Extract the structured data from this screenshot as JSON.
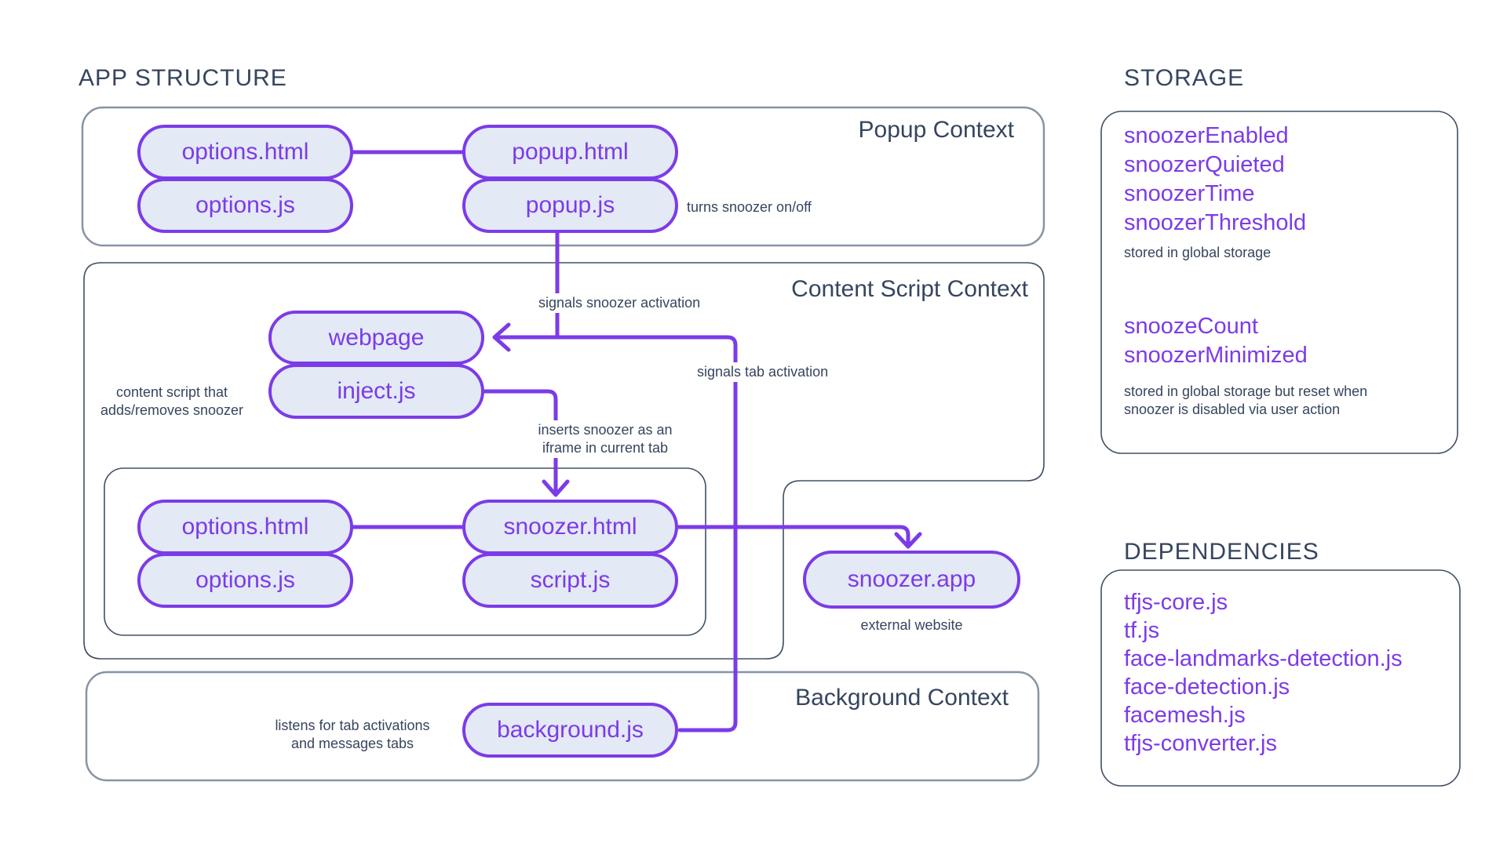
{
  "titles": {
    "app_structure": "APP STRUCTURE",
    "storage": "STORAGE",
    "dependencies": "DEPENDENCIES"
  },
  "contexts": {
    "popup": "Popup Context",
    "content_script": "Content Script Context",
    "background": "Background Context"
  },
  "pills": {
    "popup_options_html": "options.html",
    "popup_options_js": "options.js",
    "popup_html": "popup.html",
    "popup_js": "popup.js",
    "webpage": "webpage",
    "inject_js": "inject.js",
    "cs_options_html": "options.html",
    "cs_options_js": "options.js",
    "snoozer_html": "snoozer.html",
    "script_js": "script.js",
    "background_js": "background.js",
    "snoozer_app": "snoozer.app"
  },
  "annotations": {
    "turns_snoozer": "turns snoozer on/off",
    "signals_snoozer": "signals snoozer activation",
    "signals_tab": "signals tab activation",
    "content_script_note_1": "content script that",
    "content_script_note_2": "adds/removes snoozer",
    "inserts_1": "inserts snoozer as an",
    "inserts_2": "iframe in current tab",
    "listens_1": "listens for tab activations",
    "listens_2": "and messages tabs",
    "external_website": "external website"
  },
  "storage": {
    "group1": [
      "snoozerEnabled",
      "snoozerQuieted",
      "snoozerTime",
      "snoozerThreshold"
    ],
    "group1_note": "stored in global storage",
    "group2": [
      "snoozeCount",
      "snoozerMinimized"
    ],
    "group2_note_1": "stored in global storage but reset when",
    "group2_note_2": "snoozer is disabled via user action"
  },
  "dependencies": [
    "tfjs-core.js",
    "tf.js",
    "face-landmarks-detection.js",
    "face-detection.js",
    "facemesh.js",
    "tfjs-converter.js"
  ],
  "colors": {
    "purple": "#7C3BE8",
    "pill_fill": "#E3E9F5",
    "dark_text": "#36455E",
    "box_gray_border": "#8794A3",
    "box_dark_border": "#405064"
  }
}
